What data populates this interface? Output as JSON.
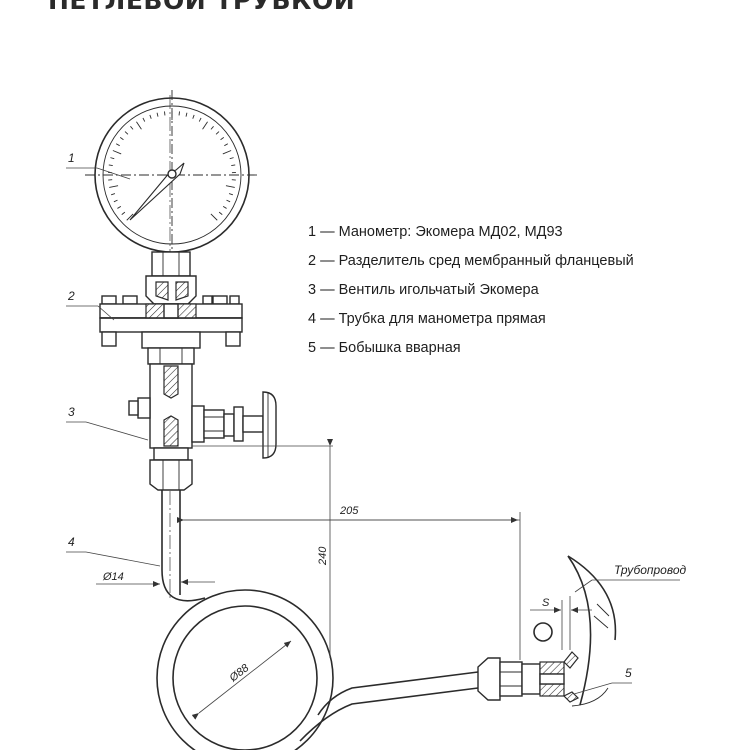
{
  "title": "ПЕТЛЕВОЙ ТРУБКОЙ",
  "legend": [
    "1 — Манометр: Экомера МД02, МД93",
    "2 — Разделитель сред мембранный фланцевый",
    "3 — Вентиль игольчатый Экомера",
    "4 — Трубка для манометра прямая",
    "5 — Бобышка вварная"
  ],
  "callouts": {
    "c1": "1",
    "c2": "2",
    "c3": "3",
    "c4": "4",
    "c5": "5",
    "pipeline": "Трубопровод"
  },
  "dimensions": {
    "width": "205",
    "height": "240",
    "tube_diameter": "Ø14",
    "loop_diameter": "Ø88",
    "gap": "S"
  }
}
